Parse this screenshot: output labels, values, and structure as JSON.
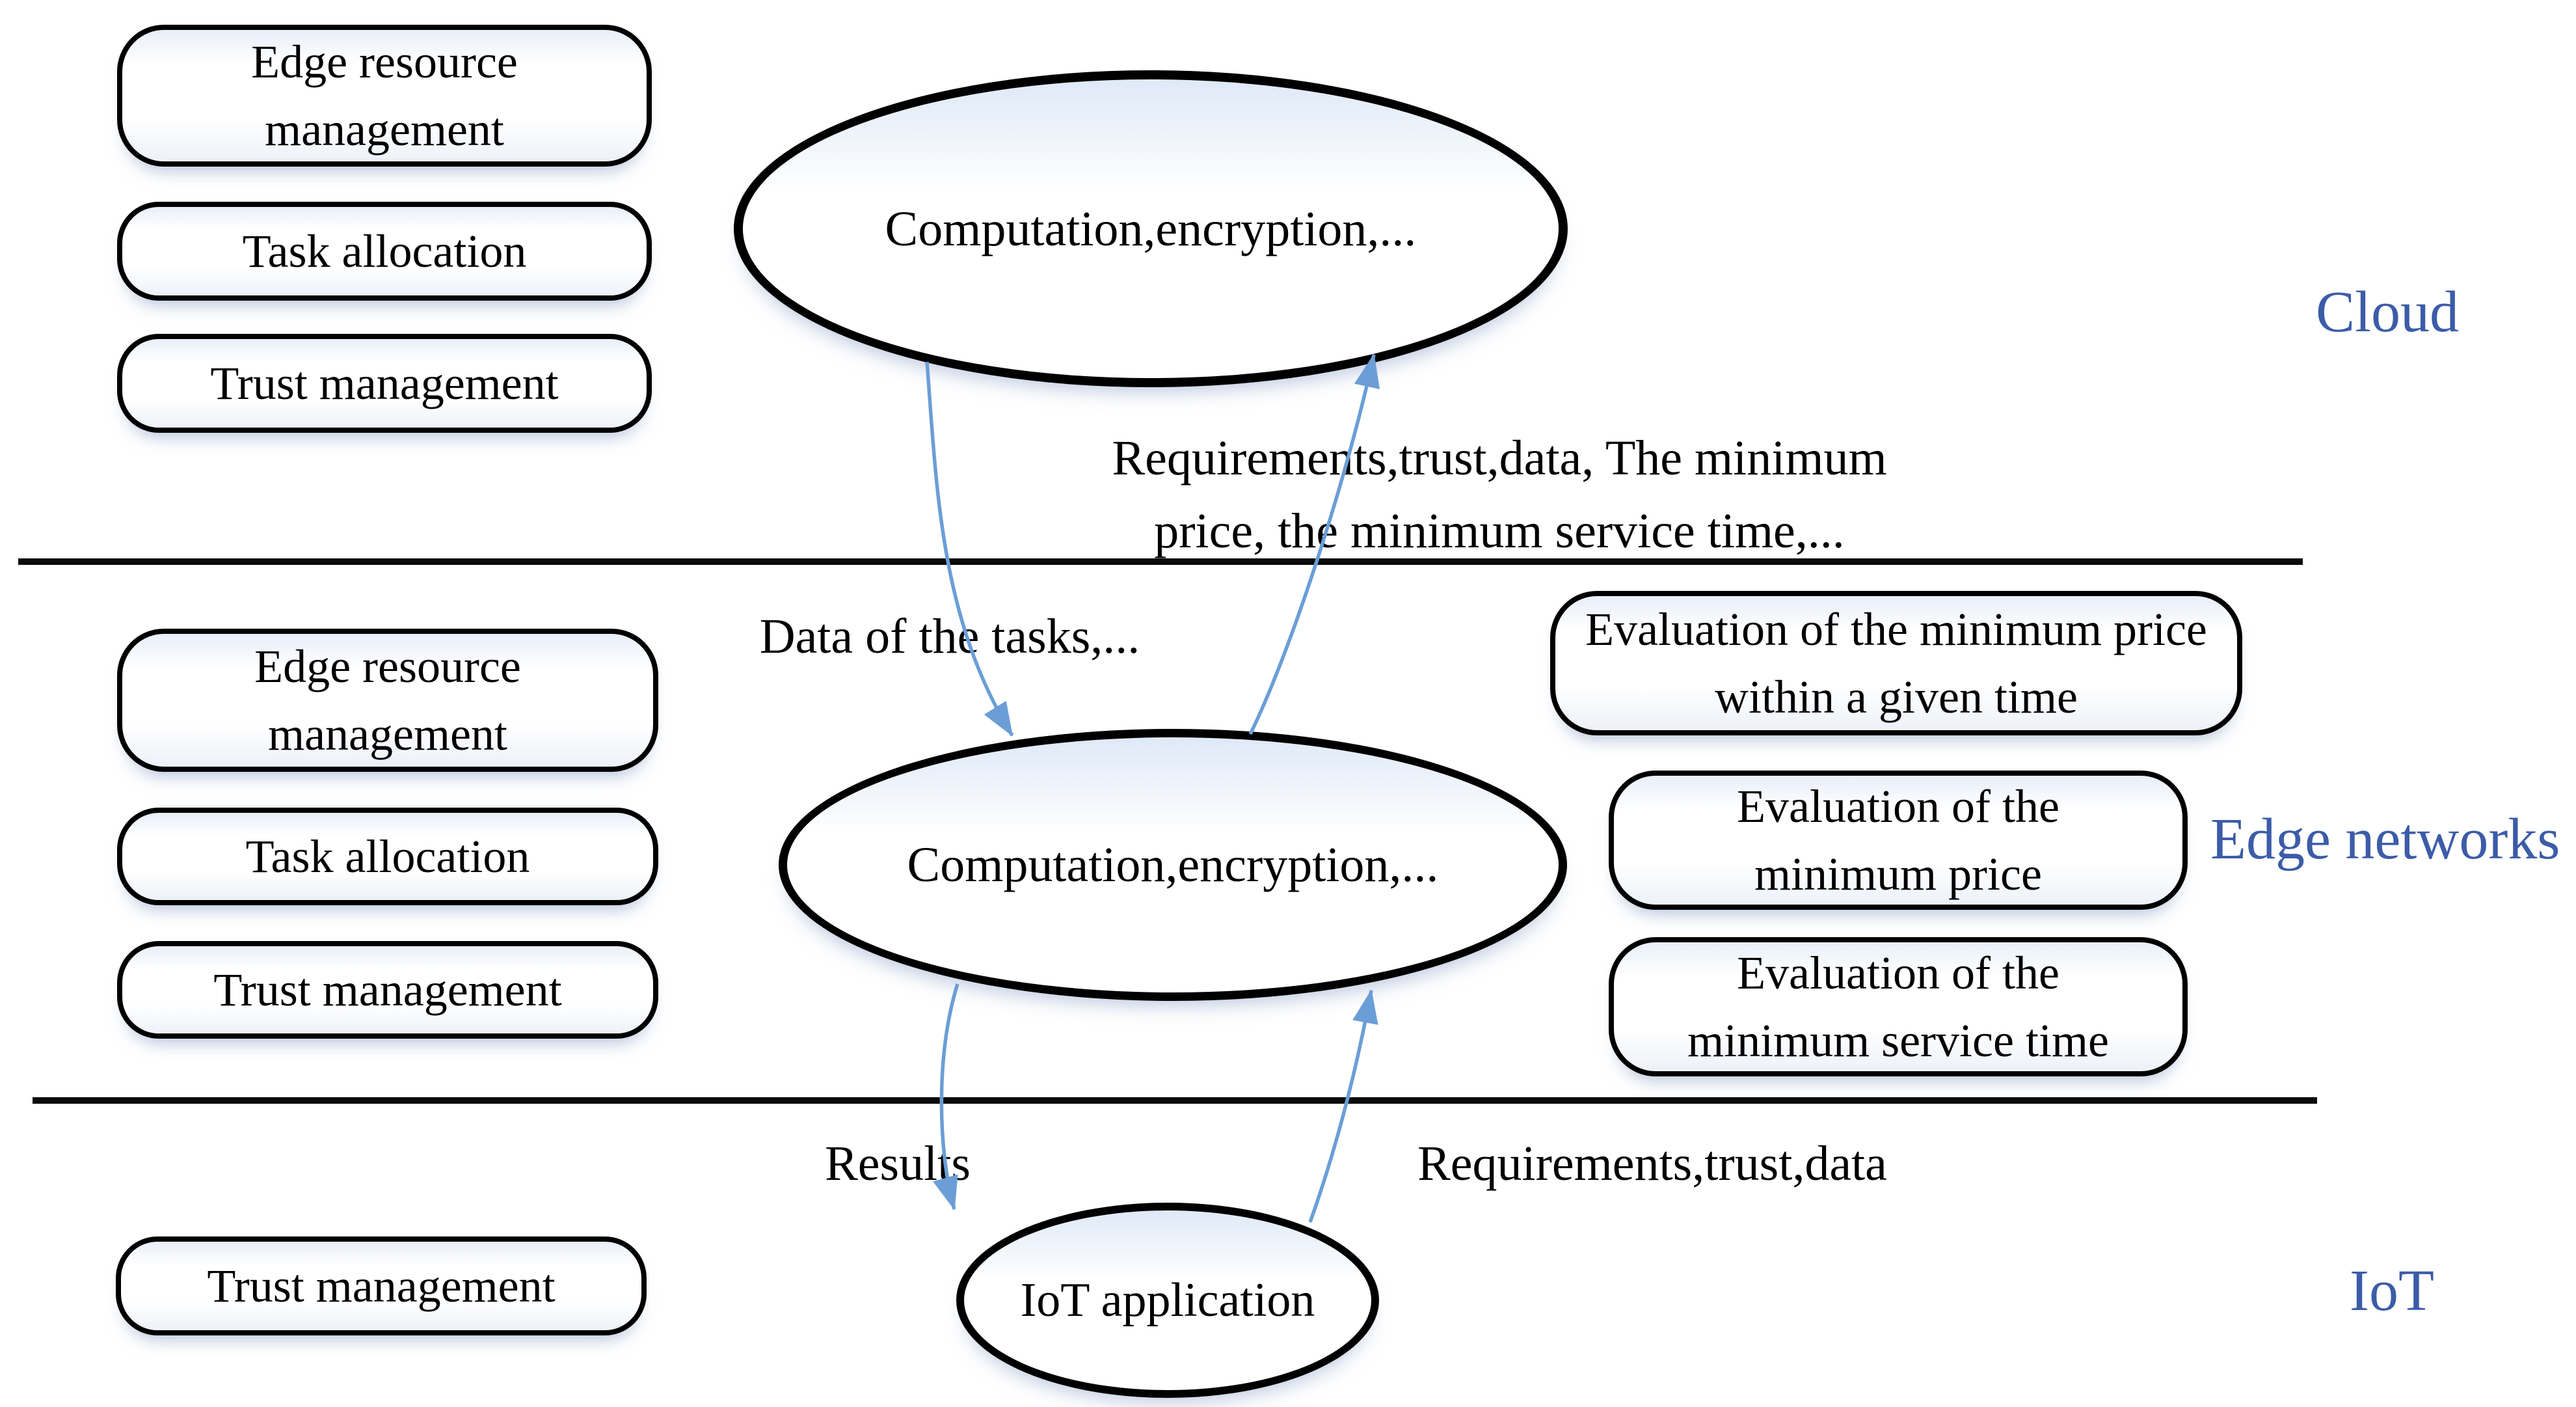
{
  "colors": {
    "arrow": "#6B9ED6",
    "layer_label": "#3C5CA8",
    "shape_border": "#000000"
  },
  "cloud_layer": {
    "label": "Cloud",
    "capability_boxes": [
      "Edge resource management",
      "Task allocation",
      "Trust management"
    ],
    "ellipse_label": "Computation,encryption,..."
  },
  "edge_layer": {
    "label": "Edge networks",
    "capability_boxes": [
      "Edge resource management",
      "Task allocation",
      "Trust management"
    ],
    "ellipse_label": "Computation,encryption,...",
    "evaluation_boxes": [
      "Evaluation of the minimum price within a given time",
      "Evaluation of the minimum price",
      "Evaluation of the minimum service time"
    ]
  },
  "iot_layer": {
    "label": "IoT",
    "capability_boxes": [
      "Trust management"
    ],
    "ellipse_label": "IoT application"
  },
  "flow_labels": {
    "edge_to_cloud_line1": "Requirements,trust,data, The minimum",
    "edge_to_cloud_line2": "price, the minimum service time,...",
    "cloud_to_edge": "Data of the tasks,...",
    "edge_to_iot": "Results",
    "iot_to_edge": "Requirements,trust,data"
  }
}
